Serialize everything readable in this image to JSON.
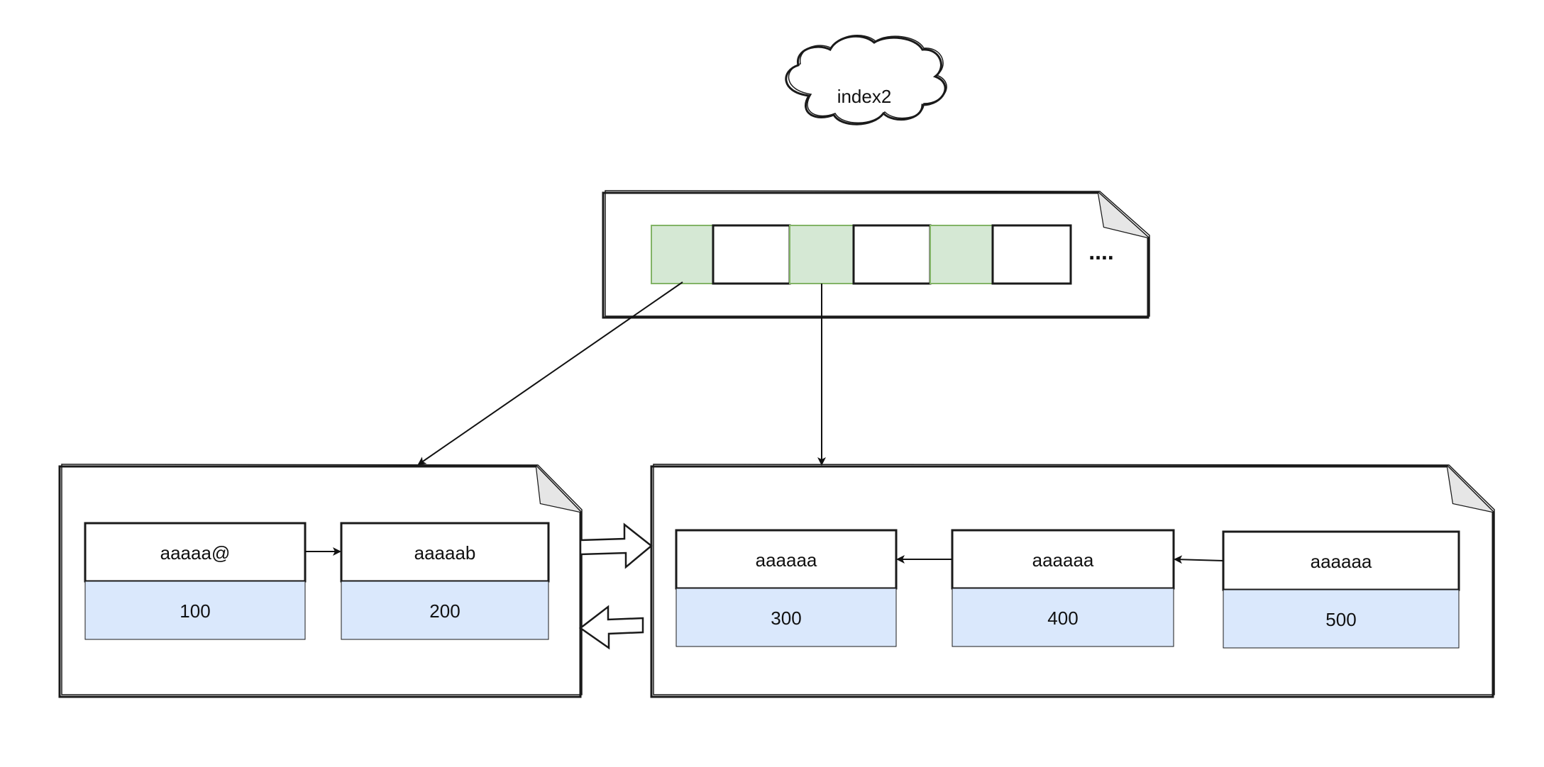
{
  "cloud": {
    "label": "index2"
  },
  "index_page": {
    "ellipsis": "....",
    "slot_fill": "#d5e8d4",
    "slot_stroke": "#82b366"
  },
  "left_page": {
    "records": [
      {
        "key": "aaaaa@",
        "value": "100"
      },
      {
        "key": "aaaaab",
        "value": "200"
      }
    ]
  },
  "right_page": {
    "records": [
      {
        "key": "aaaaaa",
        "value": "300"
      },
      {
        "key": "aaaaaa",
        "value": "400"
      },
      {
        "key": "aaaaaa",
        "value": "500"
      }
    ]
  },
  "colors": {
    "value_fill": "#dae8fc",
    "stroke": "#1a1a1a"
  }
}
